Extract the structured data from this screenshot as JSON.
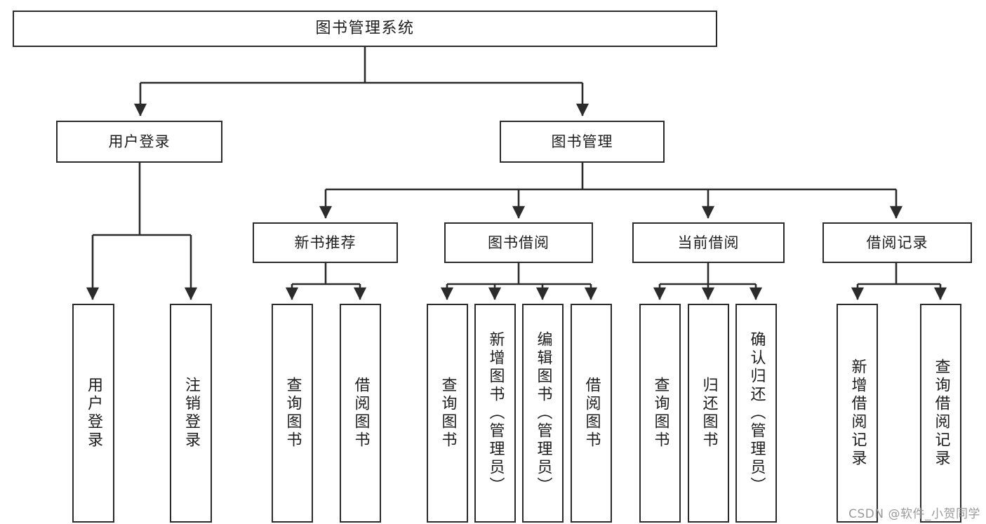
{
  "diagram": {
    "title": "图书管理系统",
    "type": "tree",
    "stroke_color": "#2b2b2b",
    "fill_color": "#ffffff",
    "text_color": "#1d1d1d",
    "levels": {
      "root": {
        "label": "图书管理系统"
      },
      "level2": [
        {
          "label": "用户登录"
        },
        {
          "label": "图书管理"
        }
      ],
      "level3": [
        {
          "label": "新书推荐"
        },
        {
          "label": "图书借阅"
        },
        {
          "label": "当前借阅"
        },
        {
          "label": "借阅记录"
        }
      ],
      "leaves": [
        {
          "label": "用户登录",
          "parent": "用户登录"
        },
        {
          "label": "注销登录",
          "parent": "用户登录"
        },
        {
          "label": "查询图书",
          "parent": "新书推荐"
        },
        {
          "label": "借阅图书",
          "parent": "新书推荐"
        },
        {
          "label": "查询图书",
          "parent": "图书借阅"
        },
        {
          "label": "新增图书（管理员）",
          "parent": "图书借阅"
        },
        {
          "label": "编辑图书（管理员）",
          "parent": "图书借阅"
        },
        {
          "label": "借阅图书",
          "parent": "图书借阅"
        },
        {
          "label": "查询图书",
          "parent": "当前借阅"
        },
        {
          "label": "归还图书",
          "parent": "当前借阅"
        },
        {
          "label": "确认归还（管理员）",
          "parent": "当前借阅"
        },
        {
          "label": "新增借阅记录",
          "parent": "借阅记录"
        },
        {
          "label": "查询借阅记录",
          "parent": "借阅记录"
        }
      ]
    }
  },
  "watermark": {
    "text": "CSDN @软件_小贺同学"
  }
}
